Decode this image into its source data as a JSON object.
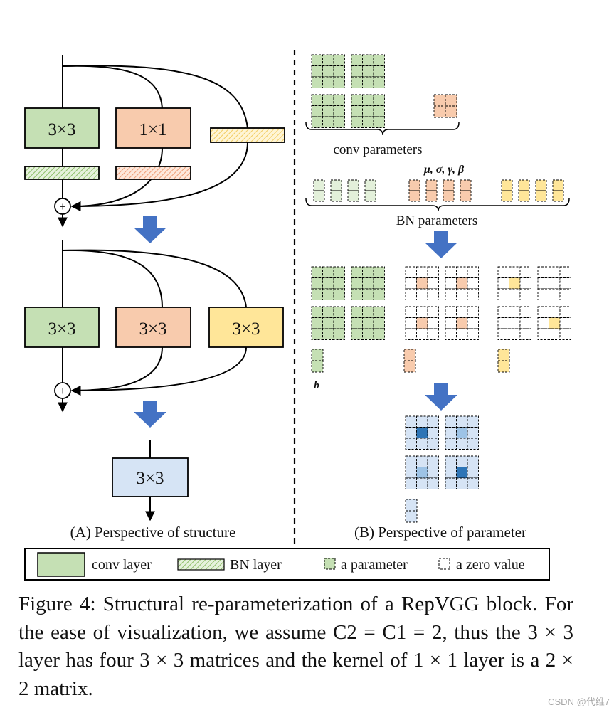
{
  "labels": {
    "conv3": "3×3",
    "conv1": "1×1",
    "conv_parameters": "conv parameters",
    "bn_parameters": "BN parameters",
    "greek": "μ, σ, γ, β",
    "bias": "b",
    "panel_a": "(A) Perspective of structure",
    "panel_b": "(B) Perspective of parameter",
    "plus": "+"
  },
  "legend": {
    "conv": "conv layer",
    "bn": "BN layer",
    "param": "a parameter",
    "zero": "a zero value"
  },
  "caption": {
    "text": "Figure 4:  Structural re-parameterization of a RepVGG block. For the ease of visualization, we assume C2 = C1 = 2, thus the 3 × 3 layer has four 3 × 3 matrices and the kernel of 1 × 1 layer is a 2 × 2 matrix."
  },
  "watermark": "CSDN @代维7",
  "colors": {
    "green": "#c5e0b4",
    "orange": "#f8cbad",
    "yellow": "#ffe699",
    "blue_light": "#d6e4f5",
    "blue_mid": "#9dc3e6",
    "blue_dark": "#2e75b6",
    "arrow": "#4472c4"
  }
}
